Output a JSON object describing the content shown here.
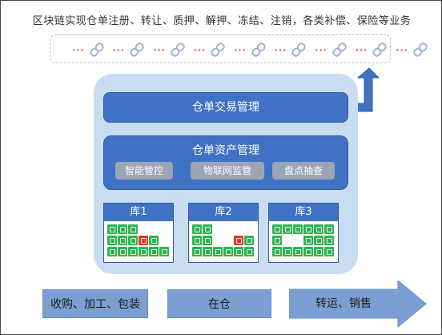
{
  "header": {
    "title": "区块链实现仓单注册、转让、质押、解押、冻结、注销，各类补偿、保险等业务"
  },
  "chain": {
    "link_count": 9,
    "link_icon": "chain-link-icon",
    "dots": "···"
  },
  "panel": {
    "trade_label": "仓单交易管理",
    "asset_label": "仓单资产管理",
    "sub_buttons": [
      "智能管控",
      "物联网监管",
      "盘点抽查"
    ]
  },
  "warehouses": [
    {
      "label": "库1"
    },
    {
      "label": "库2"
    },
    {
      "label": "库3"
    }
  ],
  "flow": {
    "step1": "收购、加工、包装",
    "step2": "在仓",
    "step3": "转运、销售"
  },
  "colors": {
    "bar_blue": "#3f72c5",
    "panel_bg": "#c9ddf1",
    "button_gray": "#9ba5b3",
    "cell_green": "#2fb450",
    "cell_red": "#e03a2a",
    "flow_blue": "#7b9fd2"
  }
}
